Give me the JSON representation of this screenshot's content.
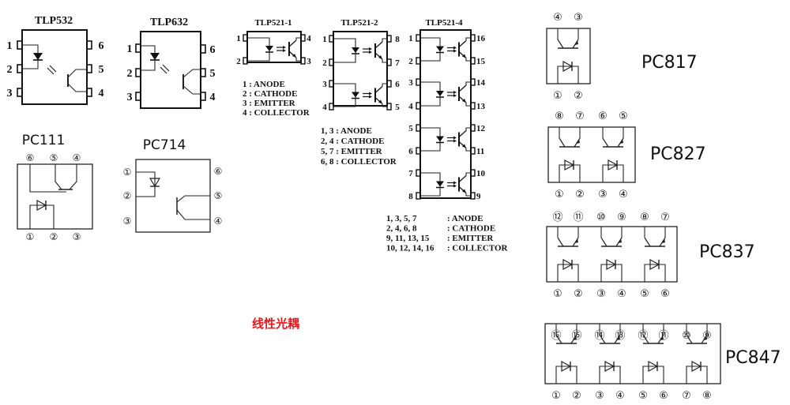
{
  "tlp532": {
    "title": "TLP532",
    "pins_left": [
      "1",
      "2",
      "3"
    ],
    "pins_right": [
      "6",
      "5",
      "4"
    ]
  },
  "tlp632": {
    "title": "TLP632",
    "pins_left": [
      "1",
      "2",
      "3"
    ],
    "pins_right": [
      "6",
      "5",
      "4"
    ]
  },
  "pc111": {
    "title": "PC111",
    "pins_top": [
      "⑥",
      "⑤",
      "④"
    ],
    "pins_bottom": [
      "①",
      "②",
      "③"
    ]
  },
  "pc714": {
    "title": "PC714",
    "pins_left": [
      "①",
      "②",
      "③"
    ],
    "pins_right": [
      "⑥",
      "⑤",
      "④"
    ]
  },
  "tlp521_1": {
    "title": "TLP521-1",
    "pins_left": [
      "1",
      "2"
    ],
    "pins_right": [
      "4",
      "3"
    ],
    "legend": [
      "1 : ANODE",
      "2 : CATHODE",
      "3 : EMITTER",
      "4 : COLLECTOR"
    ]
  },
  "tlp521_2": {
    "title": "TLP521-2",
    "pins_left": [
      "1",
      "2",
      "3",
      "4"
    ],
    "pins_right": [
      "8",
      "7",
      "6",
      "5"
    ],
    "legend": [
      "1, 3 : ANODE",
      "2, 4 : CATHODE",
      "5, 7 : EMITTER",
      "6, 8 : COLLECTOR"
    ]
  },
  "tlp521_4": {
    "title": "TLP521-4",
    "pins_left": [
      "1",
      "2",
      "3",
      "4",
      "5",
      "6",
      "7",
      "8"
    ],
    "pins_right": [
      "16",
      "15",
      "14",
      "13",
      "12",
      "11",
      "10",
      "9"
    ],
    "legend_pins": [
      "1, 3, 5, 7",
      "2, 4, 6, 8",
      "9, 11, 13, 15",
      "10, 12, 14, 16"
    ],
    "legend_names": [
      ": ANODE",
      ": CATHODE",
      ": EMITTER",
      ": COLLECTOR"
    ]
  },
  "pc817": {
    "title": "PC817",
    "pins_top": [
      "④",
      "③"
    ],
    "pins_bottom": [
      "①",
      "②"
    ]
  },
  "pc827": {
    "title": "PC827",
    "pins_top": [
      "⑧",
      "⑦",
      "⑥",
      "⑤"
    ],
    "pins_bottom": [
      "①",
      "②",
      "③",
      "④"
    ]
  },
  "pc837": {
    "title": "PC837",
    "pins_top": [
      "⑫",
      "⑪",
      "⑩",
      "⑨",
      "⑧",
      "⑦"
    ],
    "pins_bottom": [
      "①",
      "②",
      "③",
      "④",
      "⑤",
      "⑥"
    ]
  },
  "pc847": {
    "title": "PC847",
    "pins_top": [
      "⑯",
      "⑮",
      "⑭",
      "⑬",
      "⑫",
      "⑪",
      "⑩",
      "⑨"
    ],
    "pins_bottom": [
      "①",
      "②",
      "③",
      "④",
      "⑤",
      "⑥",
      "⑦",
      "⑧"
    ]
  },
  "caption": "线性光耦",
  "colors": {
    "caption": "#e8171b",
    "line": "#222222"
  }
}
